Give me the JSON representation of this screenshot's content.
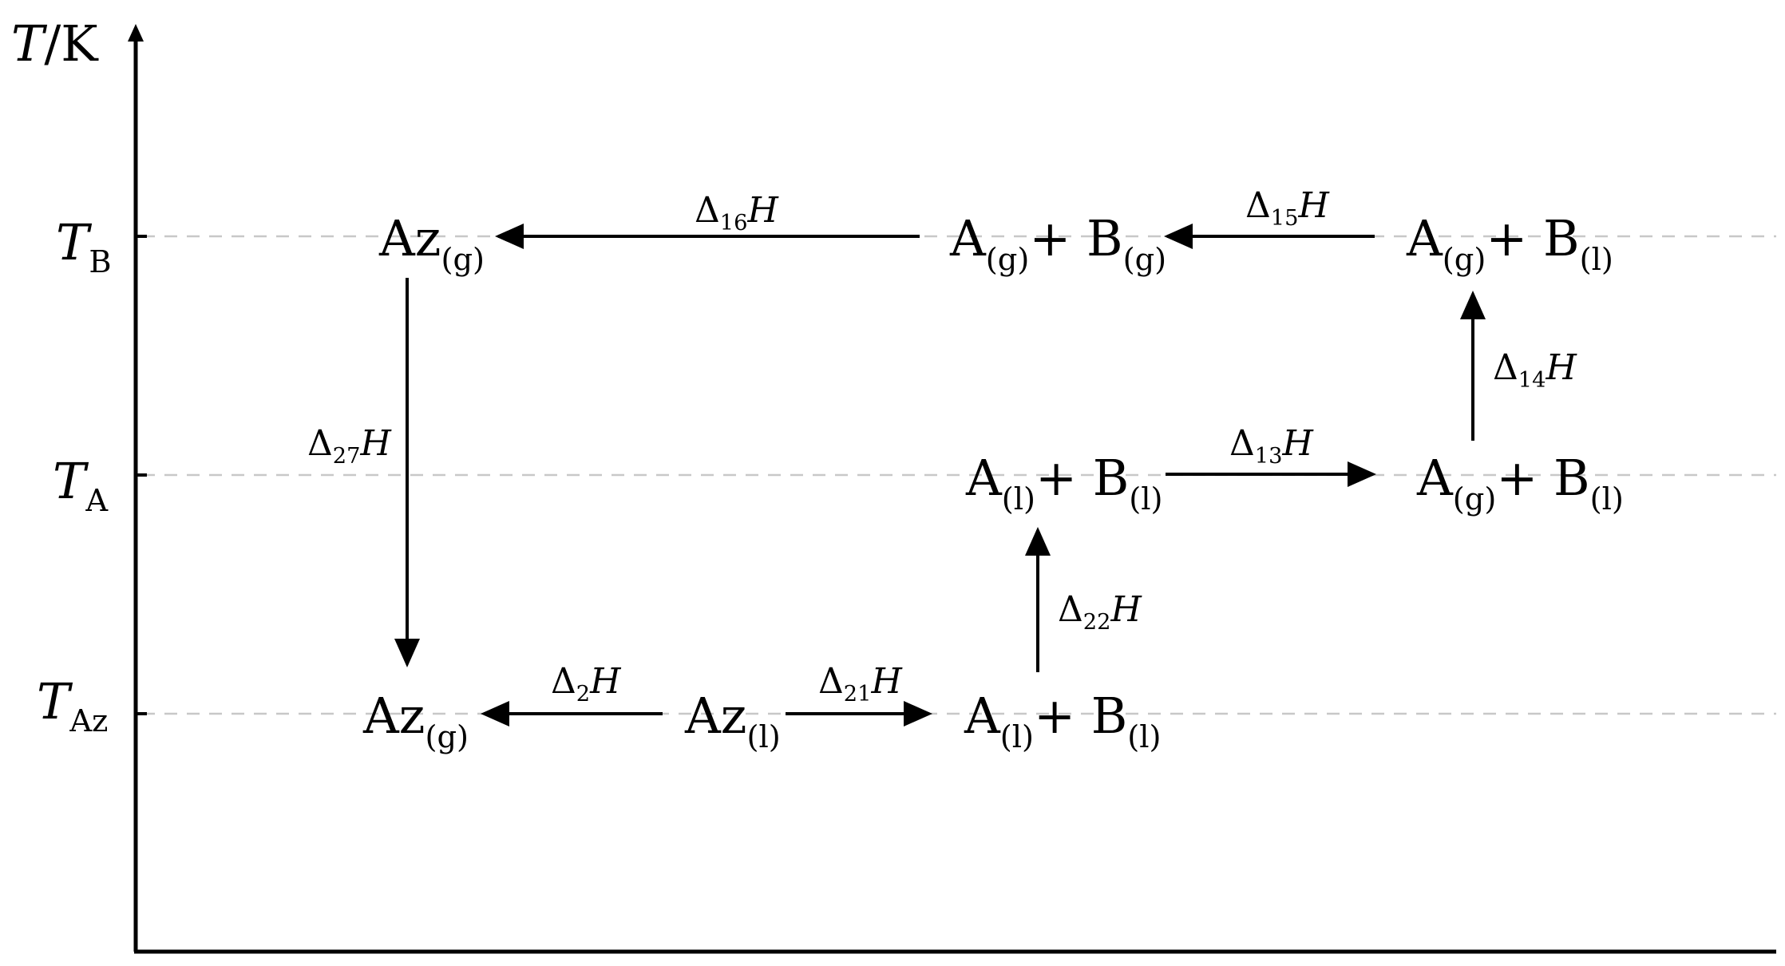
{
  "axis": {
    "y_label_var": "T",
    "y_label_unit": "/K",
    "levels": [
      {
        "id": "TB",
        "main": "T",
        "sub": "B"
      },
      {
        "id": "TA",
        "main": "T",
        "sub": "A"
      },
      {
        "id": "TAz",
        "main": "T",
        "sub": "Az"
      }
    ]
  },
  "species": [
    {
      "id": "az_g_TB",
      "level": "TB",
      "parts": [
        [
          "Az",
          "(g)"
        ]
      ]
    },
    {
      "id": "ag_bg_TB",
      "level": "TB",
      "parts": [
        [
          "A",
          "(g)"
        ],
        [
          "+ B",
          "(g)"
        ]
      ]
    },
    {
      "id": "ag_bl_TB",
      "level": "TB",
      "parts": [
        [
          "A",
          "(g)"
        ],
        [
          "+ B",
          "(l)"
        ]
      ]
    },
    {
      "id": "al_bl_TA",
      "level": "TA",
      "parts": [
        [
          "A",
          "(l)"
        ],
        [
          "+ B",
          "(l)"
        ]
      ]
    },
    {
      "id": "ag_bl_TA",
      "level": "TA",
      "parts": [
        [
          "A",
          "(g)"
        ],
        [
          "+ B",
          "(l)"
        ]
      ]
    },
    {
      "id": "az_g_TAz",
      "level": "TAz",
      "parts": [
        [
          "Az",
          "(g)"
        ]
      ]
    },
    {
      "id": "az_l_TAz",
      "level": "TAz",
      "parts": [
        [
          "Az",
          "(l)"
        ]
      ]
    },
    {
      "id": "al_bl_TAz",
      "level": "TAz",
      "parts": [
        [
          "A",
          "(l)"
        ],
        [
          "+ B",
          "(l)"
        ]
      ]
    }
  ],
  "enthalpies": [
    {
      "id": "d16",
      "delta": "Δ",
      "sub": "16",
      "var": "H"
    },
    {
      "id": "d15",
      "delta": "Δ",
      "sub": "15",
      "var": "H"
    },
    {
      "id": "d14",
      "delta": "Δ",
      "sub": "14",
      "var": "H"
    },
    {
      "id": "d13",
      "delta": "Δ",
      "sub": "13",
      "var": "H"
    },
    {
      "id": "d27",
      "delta": "Δ",
      "sub": "27",
      "var": "H"
    },
    {
      "id": "d22",
      "delta": "Δ",
      "sub": "22",
      "var": "H"
    },
    {
      "id": "d2",
      "delta": "Δ",
      "sub": "2",
      "var": "H"
    },
    {
      "id": "d21",
      "delta": "Δ",
      "sub": "21",
      "var": "H"
    }
  ],
  "arrows": [
    {
      "id": "a16",
      "from": "ag_bg_TB",
      "to": "az_g_TB"
    },
    {
      "id": "a15",
      "from": "ag_bl_TB",
      "to": "ag_bg_TB"
    },
    {
      "id": "a14",
      "from": "ag_bl_TA",
      "to": "ag_bl_TB"
    },
    {
      "id": "a13",
      "from": "al_bl_TA",
      "to": "ag_bl_TA"
    },
    {
      "id": "a27",
      "from": "az_g_TB",
      "to": "az_g_TAz"
    },
    {
      "id": "a22",
      "from": "al_bl_TAz",
      "to": "al_bl_TA"
    },
    {
      "id": "a2",
      "from": "az_l_TAz",
      "to": "az_g_TAz"
    },
    {
      "id": "a21",
      "from": "az_l_TAz",
      "to": "al_bl_TAz"
    }
  ],
  "colors": {
    "ink": "#000000",
    "guide": "#c8c8c8"
  }
}
